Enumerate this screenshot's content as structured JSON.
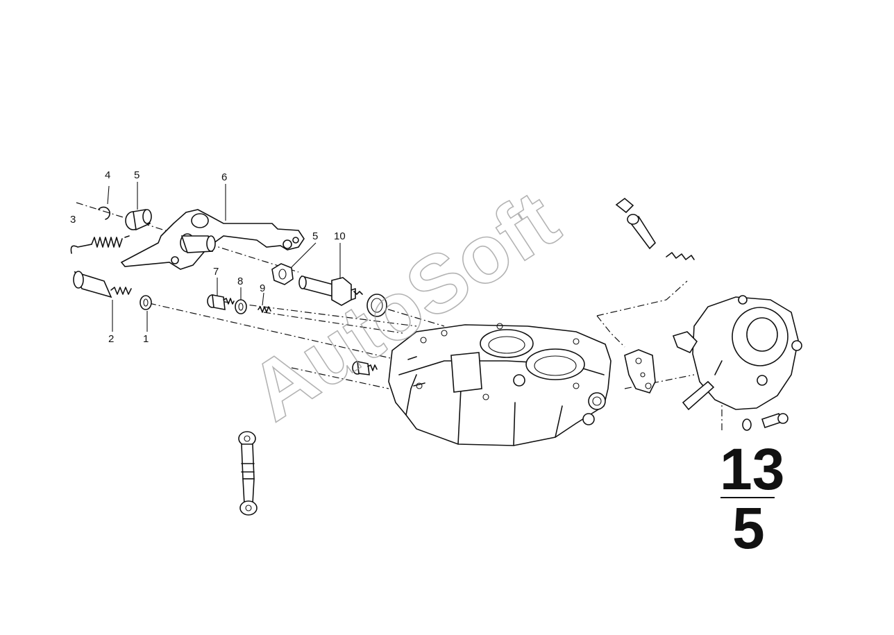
{
  "diagram": {
    "callouts": [
      {
        "id": "c-4",
        "text": "4"
      },
      {
        "id": "c-5a",
        "text": "5"
      },
      {
        "id": "c-6",
        "text": "6"
      },
      {
        "id": "c-3",
        "text": "3"
      },
      {
        "id": "c-5b",
        "text": "5"
      },
      {
        "id": "c-10",
        "text": "10"
      },
      {
        "id": "c-7",
        "text": "7"
      },
      {
        "id": "c-8",
        "text": "8"
      },
      {
        "id": "c-9",
        "text": "9"
      },
      {
        "id": "c-2",
        "text": "2"
      },
      {
        "id": "c-1",
        "text": "1"
      }
    ],
    "watermark": "AutoSoft",
    "page_number": {
      "top": "13",
      "bottom": "5"
    }
  }
}
